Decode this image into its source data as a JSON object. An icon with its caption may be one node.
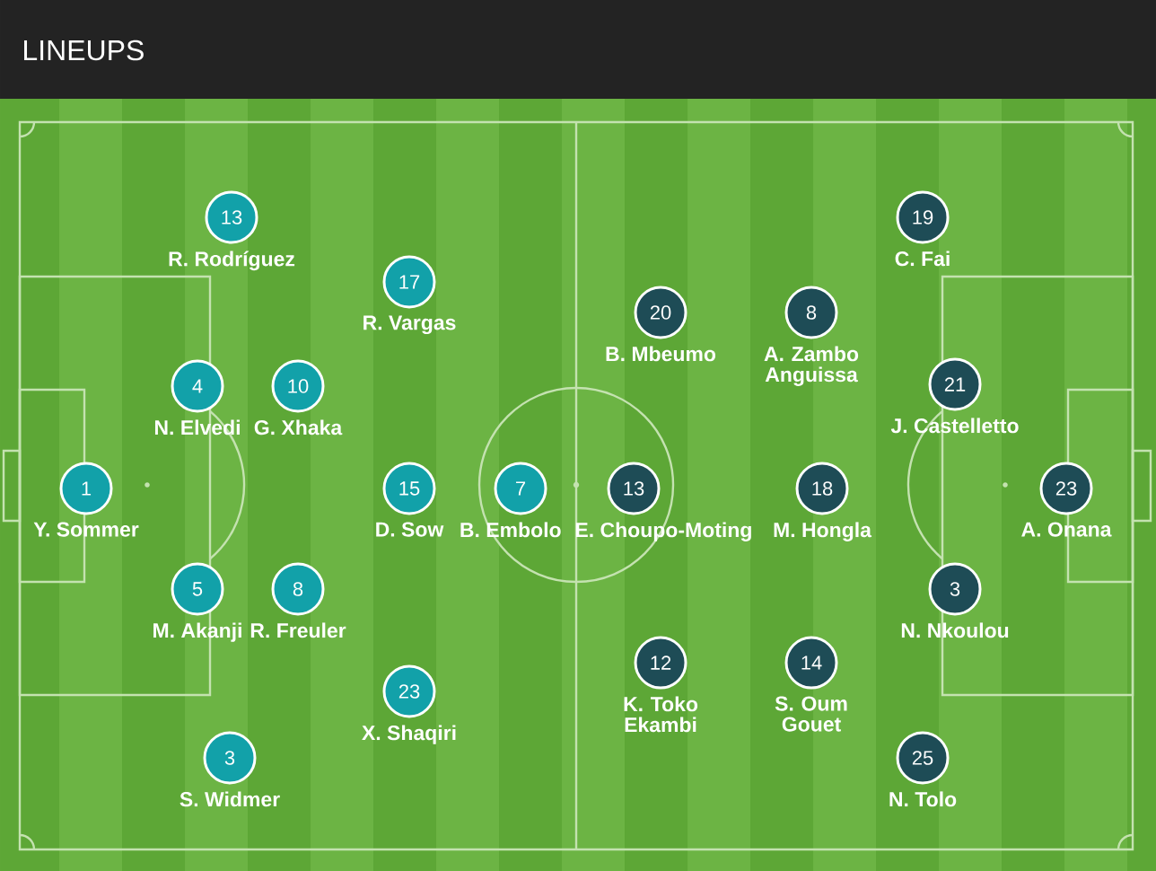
{
  "diagram": {
    "title": "LINEUPS",
    "nodes": [
      {
        "text": [
          "1",
          "Y. Sommer"
        ]
      },
      {
        "text": [
          "13",
          "R. Rodríguez"
        ]
      },
      {
        "text": [
          "4",
          "N. Elvedi"
        ]
      },
      {
        "text": [
          "5",
          "M. Akanji"
        ]
      },
      {
        "text": [
          "3",
          "S. Widmer"
        ]
      },
      {
        "text": [
          "10",
          "G. Xhaka"
        ]
      },
      {
        "text": [
          "8",
          "R. Freuler"
        ]
      },
      {
        "text": [
          "17",
          "R. Vargas"
        ]
      },
      {
        "text": [
          "15",
          "D. Sow"
        ]
      },
      {
        "text": [
          "23",
          "X. Shaqiri"
        ]
      },
      {
        "text": [
          "7",
          "B. Embolo"
        ]
      },
      {
        "text": [
          "23",
          "A. Onana"
        ]
      },
      {
        "text": [
          "19",
          "C. Fai"
        ]
      },
      {
        "text": [
          "21",
          "J. Castelletto"
        ]
      },
      {
        "text": [
          "3",
          "N. Nkoulou"
        ]
      },
      {
        "text": [
          "25",
          "N. Tolo"
        ]
      },
      {
        "text": [
          "8",
          "A. Zambo Anguissa"
        ]
      },
      {
        "text": [
          "18",
          "M. Hongla"
        ]
      },
      {
        "text": [
          "14",
          "S. Oum Gouet"
        ]
      },
      {
        "text": [
          "20",
          "B. Mbeumo"
        ]
      },
      {
        "text": [
          "13",
          "E. Choupo-Moting"
        ]
      },
      {
        "text": [
          "12",
          "K. Toko Ekambi"
        ]
      }
    ]
  }
}
